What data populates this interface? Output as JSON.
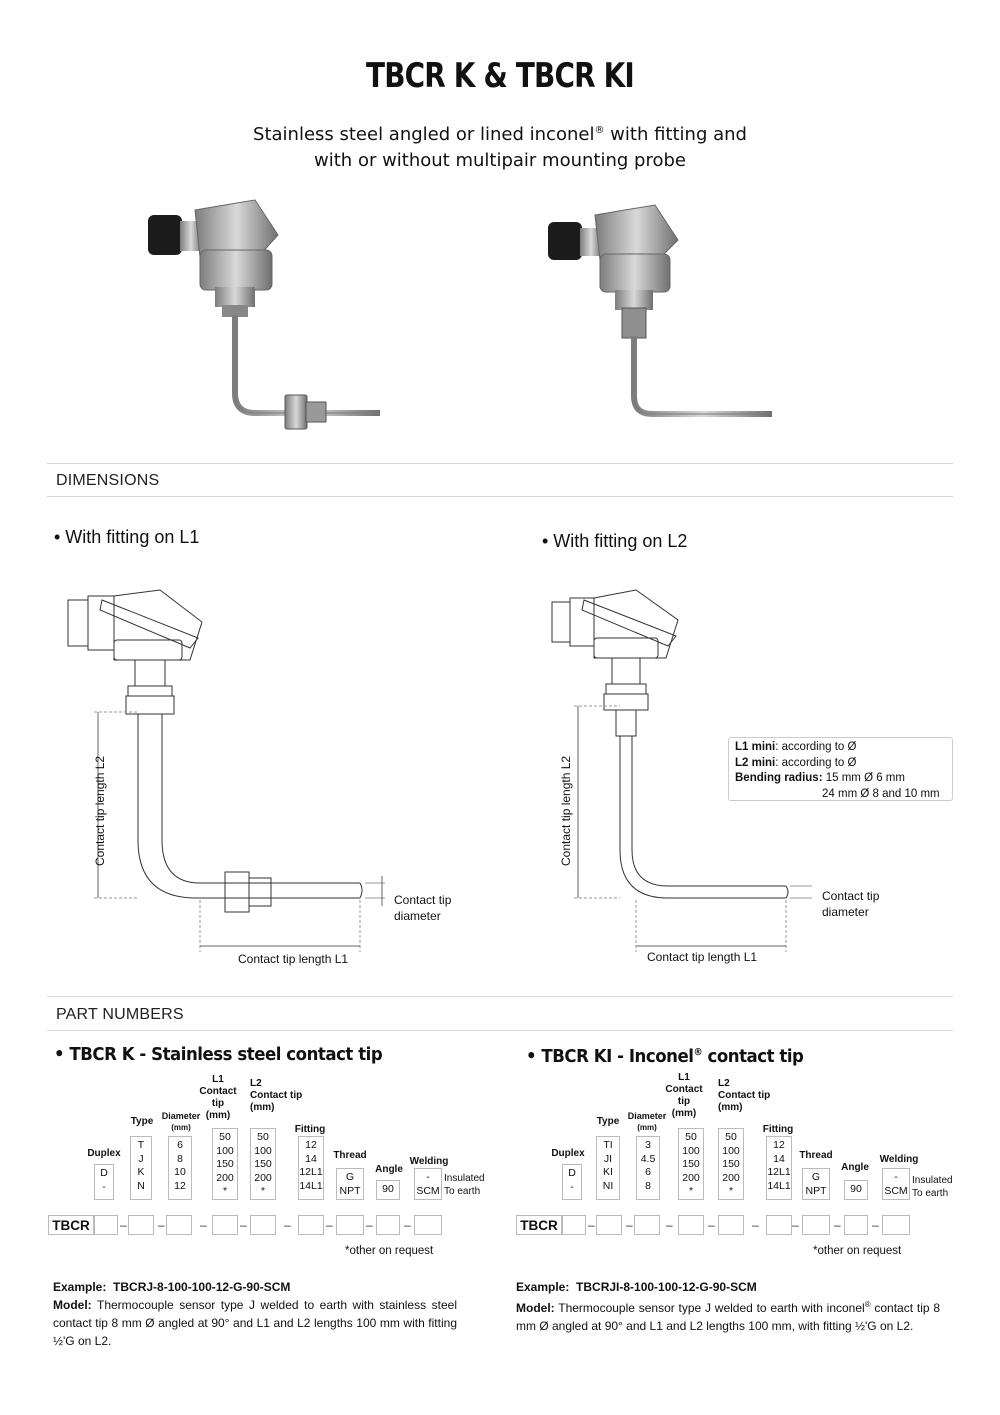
{
  "header": {
    "title": "TBCR K & TBCR KI",
    "subtitle_line1_pre": "Stainless steel angled or lined inconel",
    "subtitle_line1_sup": "®",
    "subtitle_line1_post": " with fitting and",
    "subtitle_line2": "with or without multipair mounting probe"
  },
  "sections": {
    "dimensions": "DIMENSIONS",
    "part_numbers": "PART NUMBERS"
  },
  "dimensions": {
    "left_caption": "• With fitting on L1",
    "right_caption": "• With fitting on L2",
    "label_l2": "Contact tip length L2",
    "label_l1": "Contact tip length L1",
    "label_diameter_1": "Contact tip",
    "label_diameter_2": "diameter",
    "info": {
      "l1_mini_label": "L1 mini",
      "l1_mini_value": ": according to Ø",
      "l2_mini_label": "L2 mini",
      "l2_mini_value": ": according to Ø",
      "bending_label": "Bending radius:",
      "bending_value1": " 15 mm Ø 6 mm",
      "bending_value2": "24 mm Ø 8 and 10 mm"
    }
  },
  "part_numbers": {
    "left": {
      "heading": "• TBCR K - Stainless steel contact tip",
      "prefix": "TBCR",
      "duplex_options": "D\n-",
      "type_options": "T\nJ\nK\nN",
      "diameter_options": "6\n8\n10\n12",
      "l1_options": "50\n100\n150\n200\n*",
      "l2_options": "50\n100\n150\n200\n*",
      "fitting_options": "12\n14\n12L1\n14L1",
      "thread_options": "G\nNPT",
      "angle_options": "90",
      "welding_options": "-\nSCM",
      "example_label": "Example:",
      "example_code": "TBCRJ-8-100-100-12-G-90-SCM",
      "model_label": "Model:",
      "model_text": " Thermocouple sensor type J welded to earth with stainless steel contact tip 8 mm Ø angled at 90° and L1 and L2 lengths 100 mm with fitting ½'G on L2."
    },
    "right": {
      "heading_pre": "• TBCR KI - Inconel",
      "heading_sup": "®",
      "heading_post": " contact tip",
      "prefix": "TBCR",
      "duplex_options": "D\n-",
      "type_options": "TI\nJI\nKI\nNI",
      "diameter_options": "3\n4.5\n6\n8",
      "l1_options": "50\n100\n150\n200\n*",
      "l2_options": "50\n100\n150\n200\n*",
      "fitting_options": "12\n14\n12L1\n14L1",
      "thread_options": "G\nNPT",
      "angle_options": "90",
      "welding_options": "-\nSCM",
      "example_label": "Example:",
      "example_code": "TBCRJI-8-100-100-12-G-90-SCM",
      "model_label": "Model:",
      "model_text_pre": " Thermocouple sensor type J welded to earth with inconel",
      "model_text_sup": "®",
      "model_text_post": " contact tip 8 mm Ø angled at 90° and L1 and L2 lengths 100 mm, with fitting ½'G on L2."
    },
    "columns": {
      "duplex": "Duplex",
      "type": "Type",
      "diameter": "Diameter",
      "diameter_unit": "(mm)",
      "l1_line1": "L1",
      "l1_line2": "Contact",
      "l1_line3": "tip",
      "l1_line4": "(mm)",
      "l2_line1": "L2",
      "l2_line2": "Contact tip",
      "l2_line3": "(mm)",
      "fitting": "Fitting",
      "thread": "Thread",
      "angle": "Angle",
      "welding": "Welding",
      "insulated": "Insulated",
      "to_earth": "To earth"
    },
    "footnote": "*other on request"
  },
  "colors": {
    "text": "#111111",
    "rule": "#d8d8d8",
    "box_border": "#bbbbbb",
    "metal": "#a9a9a9"
  }
}
